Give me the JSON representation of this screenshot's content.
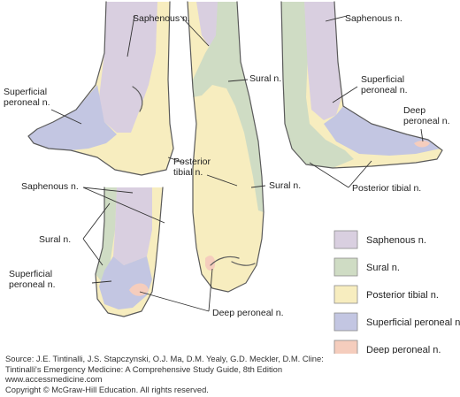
{
  "colors": {
    "saphenous": "#d9cfe0",
    "sural": "#cfdcc4",
    "posterior_tibial": "#f7edbf",
    "superficial_peroneal": "#c3c6e2",
    "deep_peroneal": "#f5cdbd",
    "outline": "#5a5a5a"
  },
  "labels": {
    "saphenous_top": "Saphenous n.",
    "saphenous_right_top": "Saphenous n.",
    "sural_center": "Sural n.",
    "superficial_peroneal_left": "Superficial\nperoneal n.",
    "superficial_peroneal_right": "Superficial\nperoneal n.",
    "deep_peroneal_right": "Deep\nperoneal n.",
    "posterior_tibial_center": "Posterior\ntibial n.",
    "sural_sole": "Sural n.",
    "posterior_tibial_right": "Posterior tibial n.",
    "saphenous_bottom": "Saphenous n.",
    "sural_bottom": "Sural n.",
    "superficial_peroneal_bottom": "Superficial\nperoneal n.",
    "deep_peroneal_bottom": "Deep peroneal n."
  },
  "legend": [
    {
      "key": "saphenous",
      "label": "Saphenous n."
    },
    {
      "key": "sural",
      "label": "Sural n."
    },
    {
      "key": "posterior_tibial",
      "label": "Posterior tibial n."
    },
    {
      "key": "superficial_peroneal",
      "label": "Superficial peroneal n."
    },
    {
      "key": "deep_peroneal",
      "label": "Deep peroneal n."
    }
  ],
  "source": {
    "line1": "Source: J.E. Tintinalli, J.S. Stapczynski, O.J. Ma, D.M. Yealy, G.D. Meckler, D.M. Cline:",
    "line2": "Tintinalli's Emergency Medicine: A Comprehensive Study Guide, 8th Edition",
    "line3": "www.accessmedicine.com",
    "line4": "Copyright © McGraw-Hill Education.  All rights reserved."
  }
}
